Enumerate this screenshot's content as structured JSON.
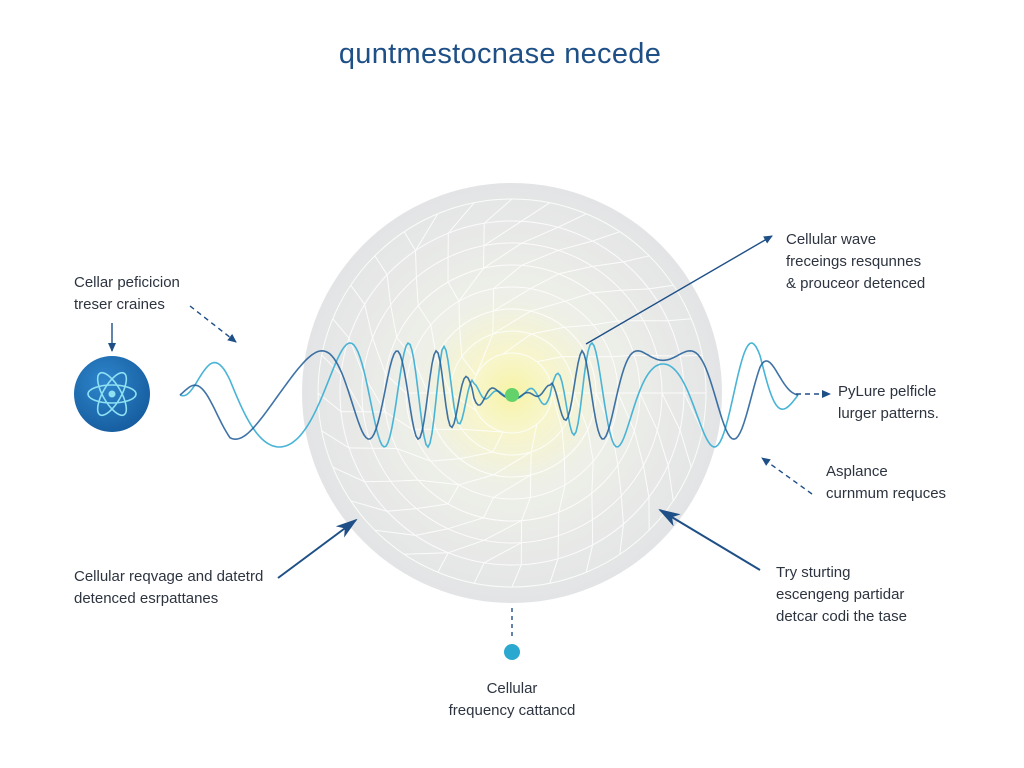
{
  "title": "quntmestocnase necede",
  "labels": {
    "top_left": [
      "Cellar peficicion",
      "treser craines"
    ],
    "top_right": [
      "Cellular wave",
      "freceings resqunnes",
      "& prouceor detenced"
    ],
    "mid_right": [
      "PyLure pelficle",
      "lurger patterns."
    ],
    "right_lower": [
      "Asplance",
      "curnmum requces"
    ],
    "bottom_left": [
      "Cellular reqvage and datetrd",
      "detenced esrpattanes"
    ],
    "bottom_right": [
      "Try sturting",
      "escengeng partidar",
      "detcar codi the tase"
    ],
    "bottom_center": [
      "Cellular",
      "frequency cattancd"
    ]
  },
  "icons": {
    "atom": "atom-icon",
    "center_node": "center-node",
    "bottom_node": "bottom-node"
  },
  "colors": {
    "title": "#1e4f86",
    "arrow": "#1e4f86",
    "wave_light": "#49b4d6",
    "wave_dark": "#1d5a96",
    "atom_bg": "#1f6fb5",
    "center_glow": "#f3f0a6",
    "center_node": "#63d26a",
    "bottom_node": "#2aa8cf"
  }
}
